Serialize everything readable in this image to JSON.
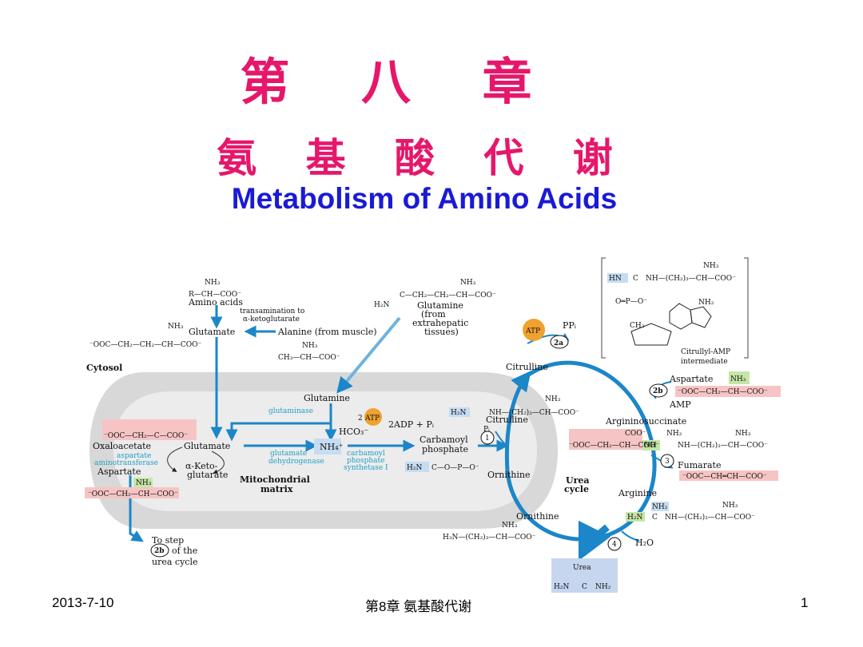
{
  "slide": {
    "title_cn": "第 八 章",
    "subtitle_cn": "氨 基 酸 代 谢",
    "title_en": "Metabolism of Amino Acids"
  },
  "footer": {
    "date": "2013-7-10",
    "center": "第8章 氨基酸代谢",
    "page": "1"
  },
  "diagram": {
    "amino_acids": "Amino acids",
    "transamination": "transamination to",
    "ketoglutarate_label": "α-ketoglutarate",
    "glutamate": "Glutamate",
    "alanine": "Alanine (from muscle)",
    "glutamine_top": "Glutamine",
    "glutamine_from": "(from",
    "glutamine_extra": "extrahepatic",
    "glutamine_tissues": "tissues)",
    "cytosol": "Cytosol",
    "glutamine_mid": "Glutamine",
    "glutaminase": "glutaminase",
    "glutamate_mid": "Glutamate",
    "oxaloacetate": "Oxaloacetate",
    "aat1": "aspartate",
    "aat2": "aminotransferase",
    "aspartate_left": "Aspartate",
    "keto1": "α-Keto-",
    "keto2": "glutarate",
    "gdh1": "glutamate",
    "gdh2": "dehydrogenase",
    "mito1": "Mitochondrial",
    "mito2": "matrix",
    "nh4": "NH₄⁺",
    "hco3": "HCO₃⁻",
    "two_atp": "2",
    "atp": "ATP",
    "adp": "2ADP + Pᵢ",
    "cps1": "carbamoyl",
    "cps2": "phosphate",
    "cps3": "synthetase I",
    "carbamoyl1": "Carbamoyl",
    "carbamoyl2": "phosphate",
    "citrulline": "Citrulline",
    "citrulline_mid": "Citrulline",
    "pi": "Pᵢ",
    "ornithine_mid": "Ornithine",
    "ornithine_bottom": "Ornithine",
    "urea_cycle1": "Urea",
    "urea_cycle2": "cycle",
    "atp2": "ATP",
    "ppi": "PPᵢ",
    "step2a": "2a",
    "citrullyl1": "Citrullyl-AMP",
    "citrullyl2": "intermediate",
    "aspartate_right": "Aspartate",
    "step2b": "2b",
    "amp": "AMP",
    "argininosuccinate": "Argininosuccinate",
    "step3": "3",
    "fumarate": "Fumarate",
    "arginine": "Arginine",
    "step4": "4",
    "h2o": "H₂O",
    "urea": "Urea",
    "step1": "1",
    "to_step1": "To step",
    "to_step2": "2b",
    "to_step3": "of the",
    "to_step4": "urea cycle",
    "nh3": "NH₃",
    "h2n": "H₂N",
    "nh2": "NH₂",
    "coo": "COO⁻",
    "ooc_ch2_ch_coo": "⁻OOC—CH₂—CH—COO⁻",
    "ooc_ch2_c_coo": "⁻OOC—CH₂—C—COO⁻",
    "fumarate_struct": "⁻OOC—CH═CH—COO⁻",
    "glu_struct": "⁻OOC—CH₂—CH₂—CH—COO⁻",
    "ala_struct": "CH₃—CH—COO⁻",
    "aa_struct": "R—CH—COO⁻",
    "gln_struct": "C—CH₂—CH₂—CH—COO⁻",
    "cit_chain": "NH—(CH₂)₃—CH—COO⁻",
    "orn_struct": "H₃N—(CH₂)₃—CH—COO⁻",
    "carbamoyl_struct": "C—O—P—O⁻",
    "urea_struct": "C",
    "hn": "HN",
    "c": "C",
    "nh": "NH",
    "o_p_o": "O═P—O⁻",
    "ch2": "CH₂",
    "adenine_nh2": "NH₂"
  },
  "colors": {
    "title": "#e6176b",
    "english_title": "#1a1ad6",
    "arrow_blue": "#1b86c8",
    "enzyme_cyan": "#1ea0c8",
    "mito_fill": "#d7d7d7",
    "atp_orange": "#f0a22e",
    "pink_box": "#f6c4c4",
    "blue_box": "#c6dcf2",
    "green_box": "#c5e6a6"
  }
}
